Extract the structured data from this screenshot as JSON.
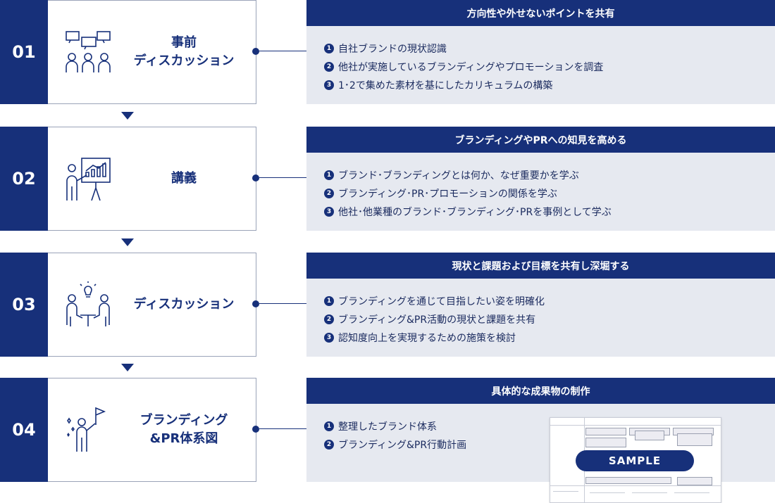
{
  "steps": [
    {
      "number": "01",
      "title": "事前\nディスカッション",
      "icon": "meeting-people-icon",
      "heading": "方向性や外せないポイントを共有",
      "items": [
        {
          "n": "1",
          "text": "自社ブランドの現状認識"
        },
        {
          "n": "2",
          "text": "他社が実施しているブランディングやプロモーションを調査"
        },
        {
          "n": "3",
          "text": "1･2で集めた素材を基にしたカリキュラムの構築"
        }
      ]
    },
    {
      "number": "02",
      "title": "講義",
      "icon": "presentation-board-icon",
      "heading": "ブランディングやPRへの知見を高める",
      "items": [
        {
          "n": "1",
          "text": "ブランド･ブランディングとは何か、なぜ重要かを学ぶ"
        },
        {
          "n": "2",
          "text": "ブランディング･PR･プロモーションの関係を学ぶ"
        },
        {
          "n": "3",
          "text": "他社･他業種のブランド･ブランディング･PRを事例として学ぶ"
        }
      ]
    },
    {
      "number": "03",
      "title": "ディスカッション",
      "icon": "discussion-lightbulb-icon",
      "heading": "現状と課題および目標を共有し深堀する",
      "items": [
        {
          "n": "1",
          "text": "ブランディングを通じて目指したい姿を明確化"
        },
        {
          "n": "2",
          "text": "ブランディング&PR活動の現状と課題を共有"
        },
        {
          "n": "3",
          "text": "認知度向上を実現するための施策を検討"
        }
      ]
    },
    {
      "number": "04",
      "title": "ブランディング\n&PR体系図",
      "icon": "flag-person-icon",
      "heading": "具体的な成果物の制作",
      "items": [
        {
          "n": "1",
          "text": "整理したブランド体系"
        },
        {
          "n": "2",
          "text": "ブランディング&PR行動計画"
        }
      ]
    }
  ],
  "sample": {
    "label": "SAMPLE"
  },
  "colors": {
    "navy": "#17307a",
    "panel": "#e6e9f0"
  }
}
